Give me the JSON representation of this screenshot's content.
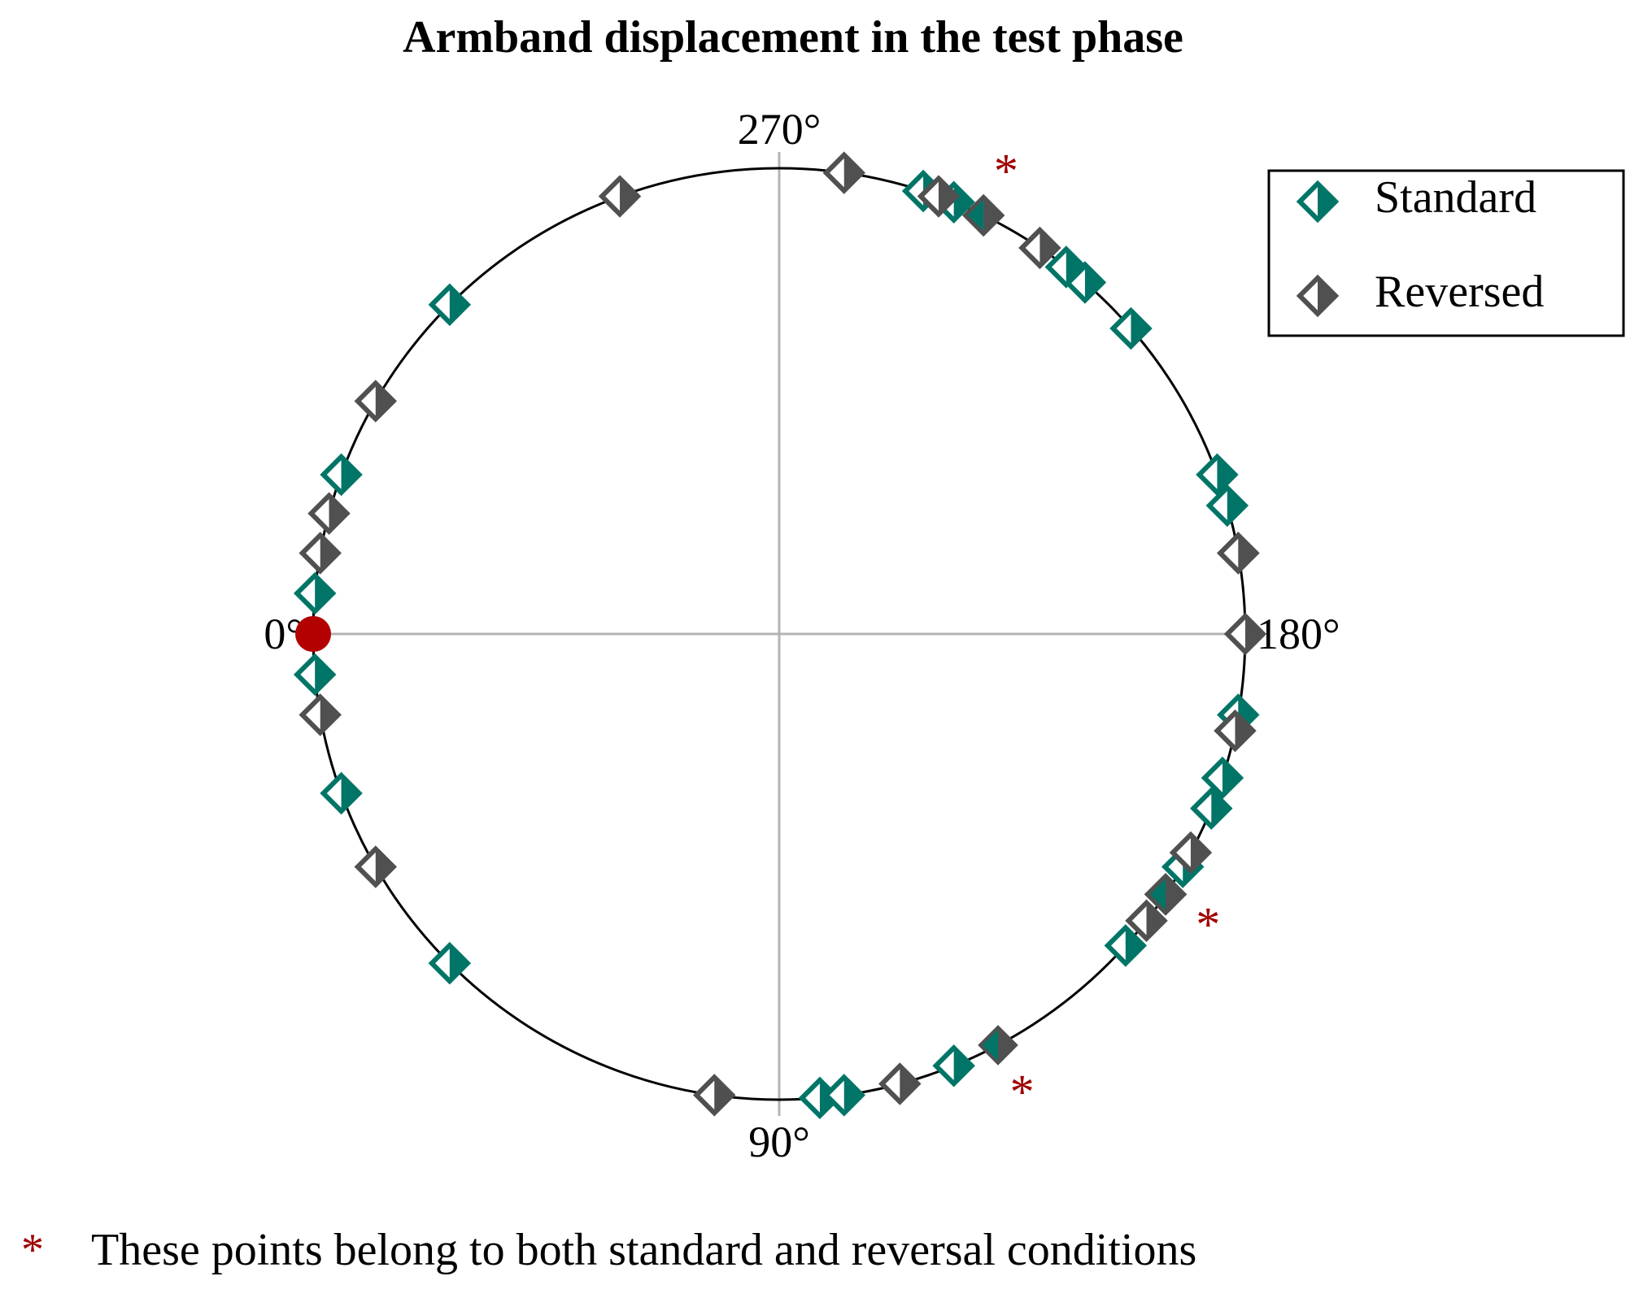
{
  "chart_data": {
    "type": "scatter",
    "title": "Armband displacement in the test phase",
    "coordinate_system": "polar",
    "angle_unit": "degrees",
    "angle_direction": "clockwise, 0° at left",
    "angle_ticks": [
      "0°",
      "90°",
      "180°",
      "270°"
    ],
    "angle_tick_values": [
      0,
      90,
      180,
      270
    ],
    "grid": true,
    "legend_position": "top-right",
    "reference_point": {
      "angle": 0,
      "color": "#b30000"
    },
    "colors": {
      "standard": "#007567",
      "reversed": "#505050",
      "circle": "#000000",
      "grid": "#b4b4b4",
      "marker_fill_empty": "#ffffff",
      "asterisk": "#a00000"
    },
    "series": [
      {
        "name": "Standard",
        "marker": "half-filled-diamond",
        "color": "#007567",
        "angles": [
          5,
          355,
          20,
          340,
          45,
          315,
          95,
          98,
          112,
          138,
          146,
          150,
          158,
          162,
          170,
          190,
          196,
          200,
          221,
          229,
          232,
          248,
          252
        ]
      },
      {
        "name": "Reversed",
        "marker": "half-filled-diamond",
        "color": "#505050",
        "angles": [
          350,
          345,
          10,
          330,
          30,
          290,
          82,
          105,
          146,
          142,
          152,
          168,
          180,
          190,
          244,
          250,
          236,
          262
        ]
      }
    ],
    "both_conditions": {
      "angles": [
        118,
        146,
        244
      ],
      "marker": "*",
      "note": "These points belong to both standard and reversal conditions"
    }
  }
}
